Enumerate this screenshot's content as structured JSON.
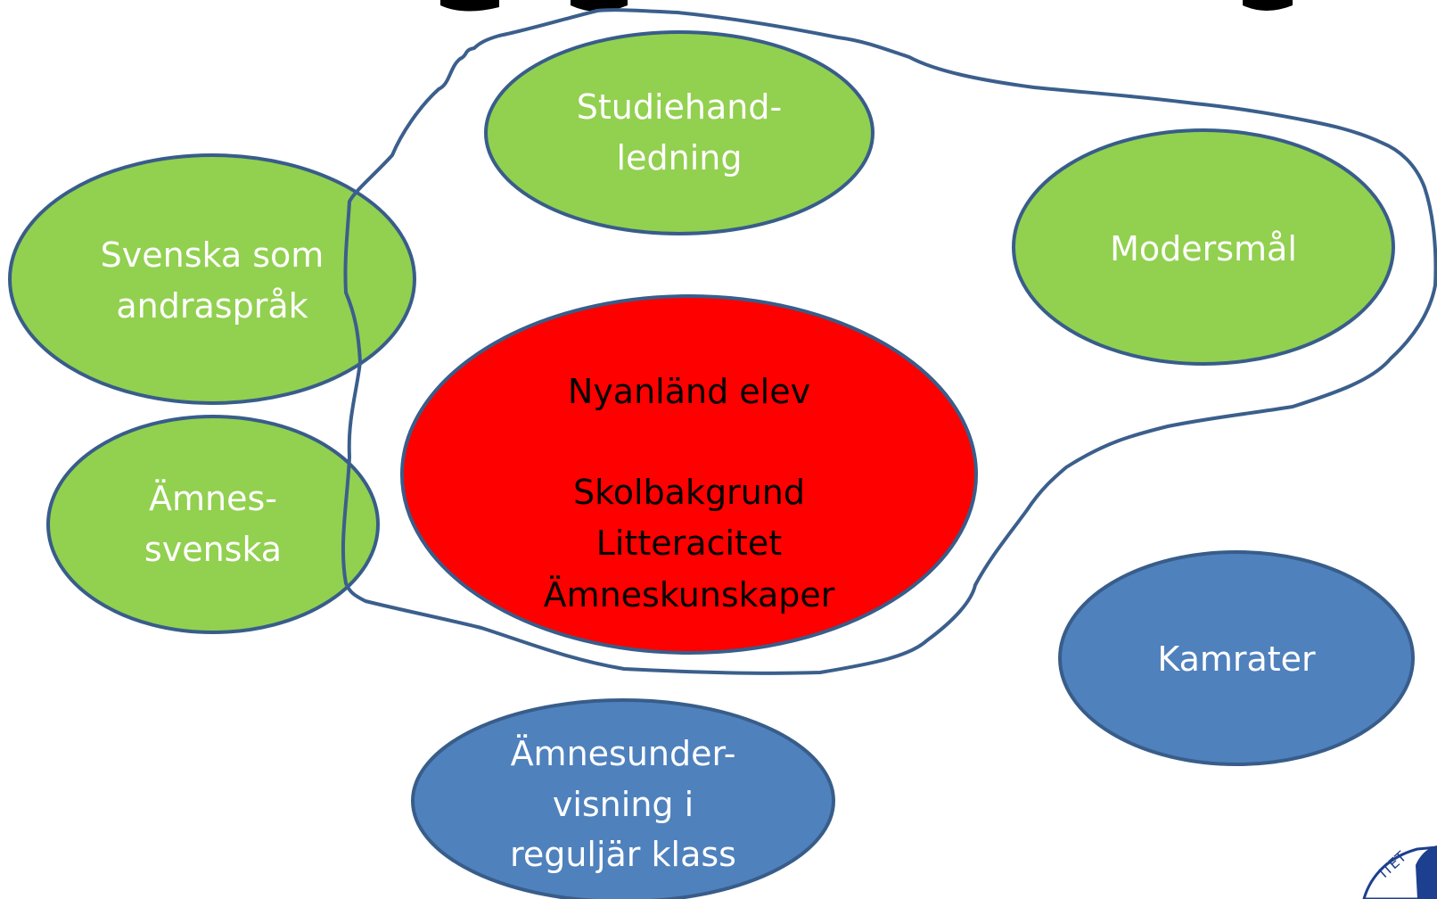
{
  "title_partial": "",
  "colors": {
    "green_fill": "#92d050",
    "blue_fill": "#4f81bd",
    "red_fill": "#ff0000",
    "outline": "#385d8a",
    "freehand_outline": "#3b5f8c"
  },
  "nodes": {
    "studiehandledning": [
      "Studiehand-",
      "ledning"
    ],
    "svenska_som_andrasprak": [
      "Svenska som",
      "andraspråk"
    ],
    "modersmal": [
      "Modersmål"
    ],
    "nyanland_elev": [
      "Nyanländ elev",
      "",
      "Skolbakgrund",
      "Litteracitet",
      "Ämneskunskaper"
    ],
    "amnessvenska": [
      "Ämnes-",
      "svenska"
    ],
    "kamrater": [
      "Kamrater"
    ],
    "amnesundervisning": [
      "Ämnesunder-",
      "visning i",
      "reguljär klass"
    ]
  },
  "logo": {
    "name": "university-seal-logo",
    "text_fragment": "ITET"
  }
}
